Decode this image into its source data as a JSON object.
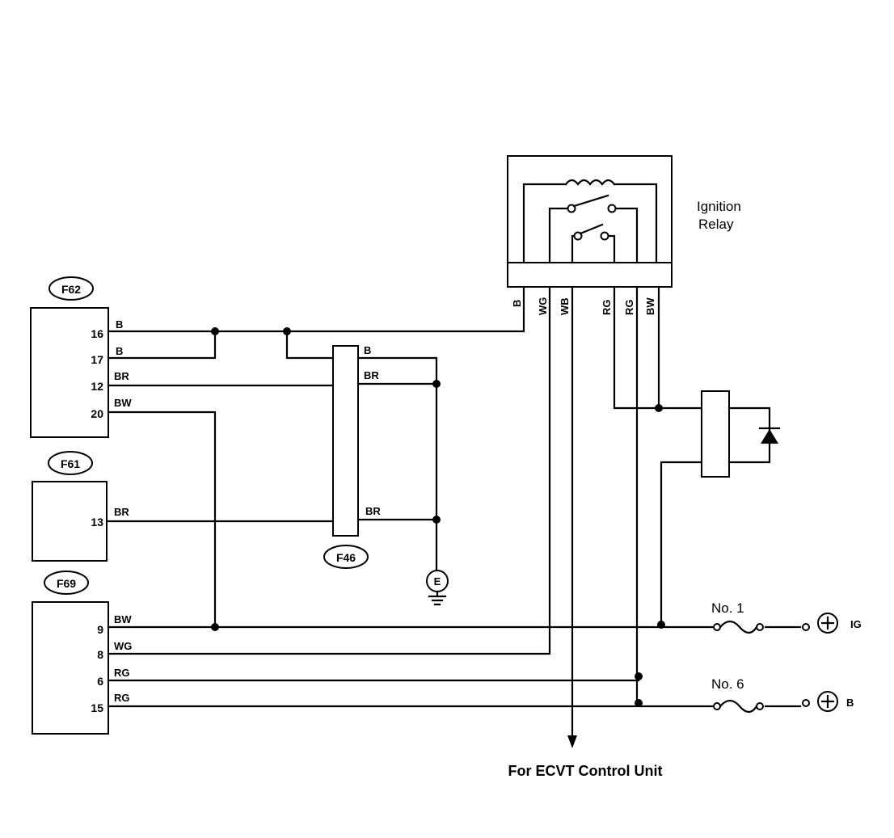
{
  "connectors": {
    "f62": {
      "name": "F62",
      "pins": [
        "16",
        "17",
        "12",
        "20"
      ],
      "wires": [
        "B",
        "B",
        "BR",
        "BW"
      ]
    },
    "f61": {
      "name": "F61",
      "pins": [
        "13"
      ],
      "wires": [
        "BR"
      ]
    },
    "f69": {
      "name": "F69",
      "pins": [
        "9",
        "8",
        "6",
        "15"
      ],
      "wires": [
        "BW",
        "WG",
        "RG",
        "RG"
      ]
    },
    "f46": {
      "name": "F46",
      "wires": [
        "B",
        "BR",
        "BR"
      ]
    }
  },
  "relay": {
    "label_line1": "Ignition",
    "label_line2": "Relay",
    "pins": [
      "B",
      "WG",
      "WB",
      "RG",
      "RG",
      "BW"
    ]
  },
  "ground": {
    "label": "E"
  },
  "fuses": [
    {
      "label": "No. 1",
      "supply": "IG"
    },
    {
      "label": "No. 6",
      "supply": "B"
    }
  ],
  "footer": "For ECVT Control Unit"
}
